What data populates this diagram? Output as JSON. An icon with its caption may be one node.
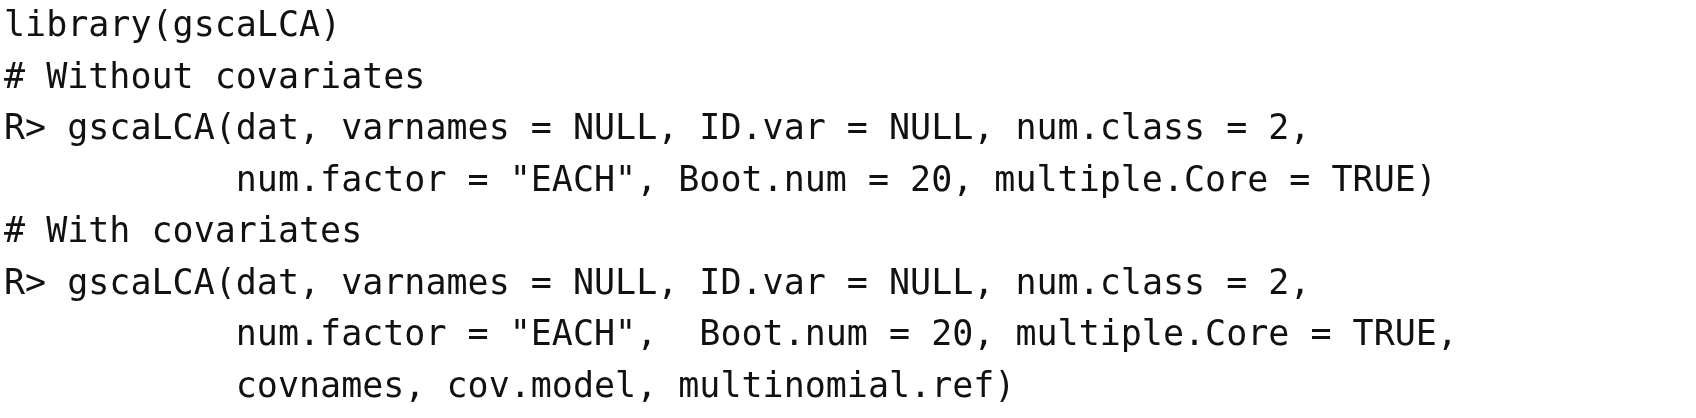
{
  "diagram": {
    "labels": [
      "library(gscaLCA)",
      "# Without covariates",
      "R> gscaLCA(dat, varnames = NULL, ID.var = NULL, num.class = 2,",
      "num.factor = \"EACH\", Boot.num = 20, multiple.Core = TRUE)",
      "# With covariates",
      "R> gscaLCA(dat, varnames = NULL, ID.var = NULL, num.class = 2,",
      "num.factor = \"EACH\",  Boot.num = 20, multiple.Core = TRUE,",
      "covnames, cov.model, multinomial.ref)"
    ]
  }
}
